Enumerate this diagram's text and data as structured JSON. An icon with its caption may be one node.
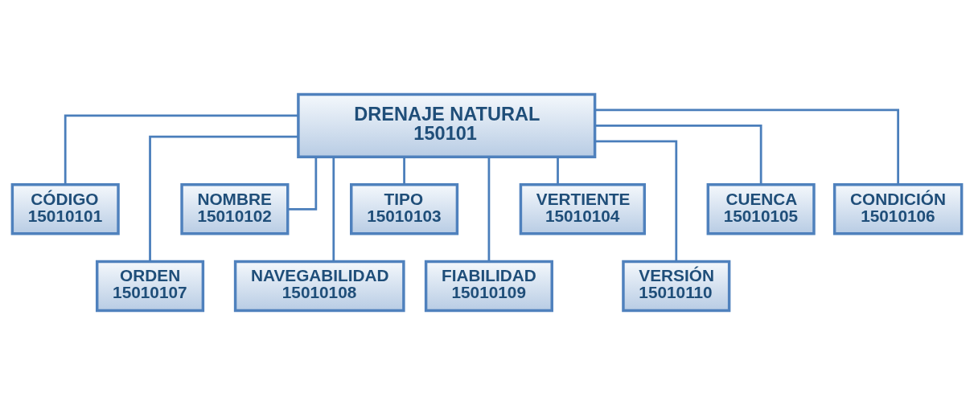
{
  "diagram": {
    "nodes": [
      {
        "text": [
          "DRENAJE NATURAL",
          "150101"
        ]
      },
      {
        "text": [
          "CÓDIGO",
          "15010101"
        ]
      },
      {
        "text": [
          "NOMBRE",
          "15010102"
        ]
      },
      {
        "text": [
          "TIPO",
          "15010103"
        ]
      },
      {
        "text": [
          "VERTIENTE",
          "15010104"
        ]
      },
      {
        "text": [
          "CUENCA",
          "15010105"
        ]
      },
      {
        "text": [
          "CONDICIÓN",
          "15010106"
        ]
      },
      {
        "text": [
          "ORDEN",
          "15010107"
        ]
      },
      {
        "text": [
          "NAVEGABILIDAD",
          "15010108"
        ]
      },
      {
        "text": [
          "FIABILIDAD",
          "15010109"
        ]
      },
      {
        "text": [
          "VERSIÓN",
          "15010110"
        ]
      }
    ],
    "edges": [
      {
        "from": 0,
        "to": 1,
        "arrow": "none"
      },
      {
        "from": 0,
        "to": 2,
        "arrow": "none"
      },
      {
        "from": 0,
        "to": 3,
        "arrow": "none"
      },
      {
        "from": 0,
        "to": 4,
        "arrow": "none"
      },
      {
        "from": 0,
        "to": 5,
        "arrow": "none"
      },
      {
        "from": 0,
        "to": 6,
        "arrow": "none"
      },
      {
        "from": 0,
        "to": 7,
        "arrow": "none"
      },
      {
        "from": 0,
        "to": 8,
        "arrow": "none"
      },
      {
        "from": 0,
        "to": 9,
        "arrow": "none"
      },
      {
        "from": 0,
        "to": 10,
        "arrow": "none"
      }
    ]
  }
}
